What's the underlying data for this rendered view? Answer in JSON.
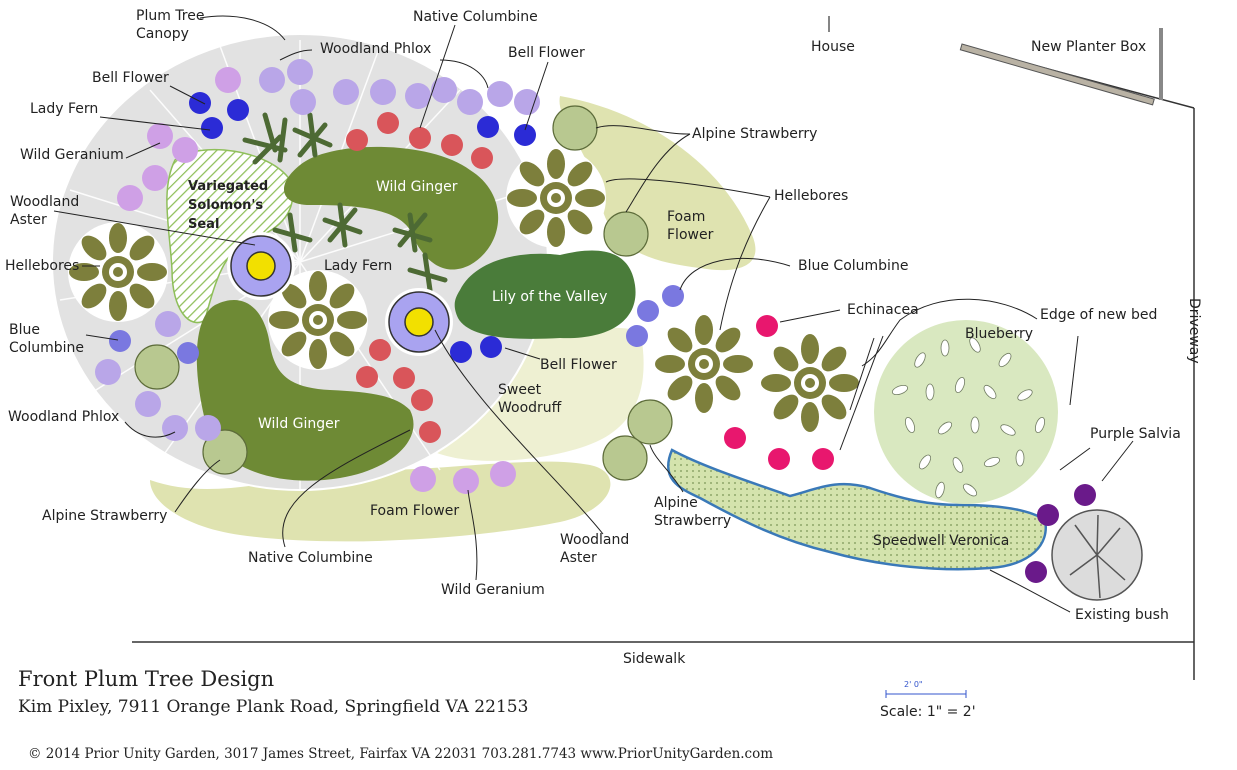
{
  "design": {
    "title": "Front Plum Tree Design",
    "client": "Kim Pixley, 7911 Orange Plank Road, Springfield VA 22153",
    "copyright": "© 2014 Prior Unity Garden, 3017 James Street, Fairfax VA 22031 703.281.7743 www.PriorUnityGarden.com",
    "scale": "Scale: 1\" = 2'",
    "scale_bar": "2' 0\""
  },
  "context_labels": {
    "house": "House",
    "new_planter_box": "New Planter Box",
    "driveway": "Driveway",
    "sidewalk": "Sidewalk",
    "edge_of_new_bed": "Edge of new bed",
    "existing_bush": "Existing bush",
    "plum_tree_canopy": "Plum Tree Canopy"
  },
  "plant_labels": {
    "native_columbine_top": "Native Columbine",
    "woodland_phlox_top": "Woodland Phlox",
    "bell_flower_top_left": "Bell Flower",
    "bell_flower_top": "Bell Flower",
    "lady_fern_left": "Lady Fern",
    "wild_geranium_left": "Wild Geranium",
    "woodland_aster_left": "Woodland Aster",
    "hellebores_left": "Hellebores",
    "blue_columbine_left": "Blue Columbine",
    "woodland_phlox_left": "Woodland Phlox",
    "alpine_strawberry_left": "Alpine Strawberry",
    "native_columbine_bottom": "Native Columbine",
    "foam_flower_bottom": "Foam Flower",
    "wild_geranium_bottom": "Wild Geranium",
    "woodland_aster_bottom": "Woodland Aster",
    "alpine_strawberry_bottom": "Alpine Strawberry",
    "alpine_strawberry_top": "Alpine Strawberry",
    "hellebores_right": "Hellebores",
    "blue_columbine_right": "Blue Columbine",
    "echinacea": "Echinacea",
    "blueberry": "Blueberry",
    "purple_salvia": "Purple Salvia",
    "speedwell_veronica": "Speedwell Veronica",
    "bell_flower_center": "Bell Flower",
    "sweet_woodruff": "Sweet Woodruff",
    "foam_flower_right": "Foam Flower",
    "lady_fern_center": "Lady Fern",
    "wild_ginger_top": "Wild Ginger",
    "wild_ginger_bottom": "Wild Ginger",
    "lily_of_the_valley": "Lily of the Valley",
    "variegated_solomons_seal": "Variegated Solomon's Seal"
  },
  "colors": {
    "canopy": "#e4e4e4",
    "wild_ginger": "#6e8a35",
    "lily_of_the_valley": "#4a7c3a",
    "foam_flower": "#dfe3b0",
    "sweet_woodruff": "#eef0d2",
    "hellebores": "#7d7f3c",
    "bell_flower": "#2b2bd6",
    "woodland_phlox": "#b9a6e8",
    "wild_geranium": "#cfa0e6",
    "native_columbine": "#d9555a",
    "echinacea": "#e8176e",
    "purple_salvia": "#6a1a8a",
    "blueberry": "#d9e8c0",
    "speedwell": "#d2e2a8",
    "aster_center": "#f2e000",
    "aster_petal": "#a9a3f0"
  }
}
